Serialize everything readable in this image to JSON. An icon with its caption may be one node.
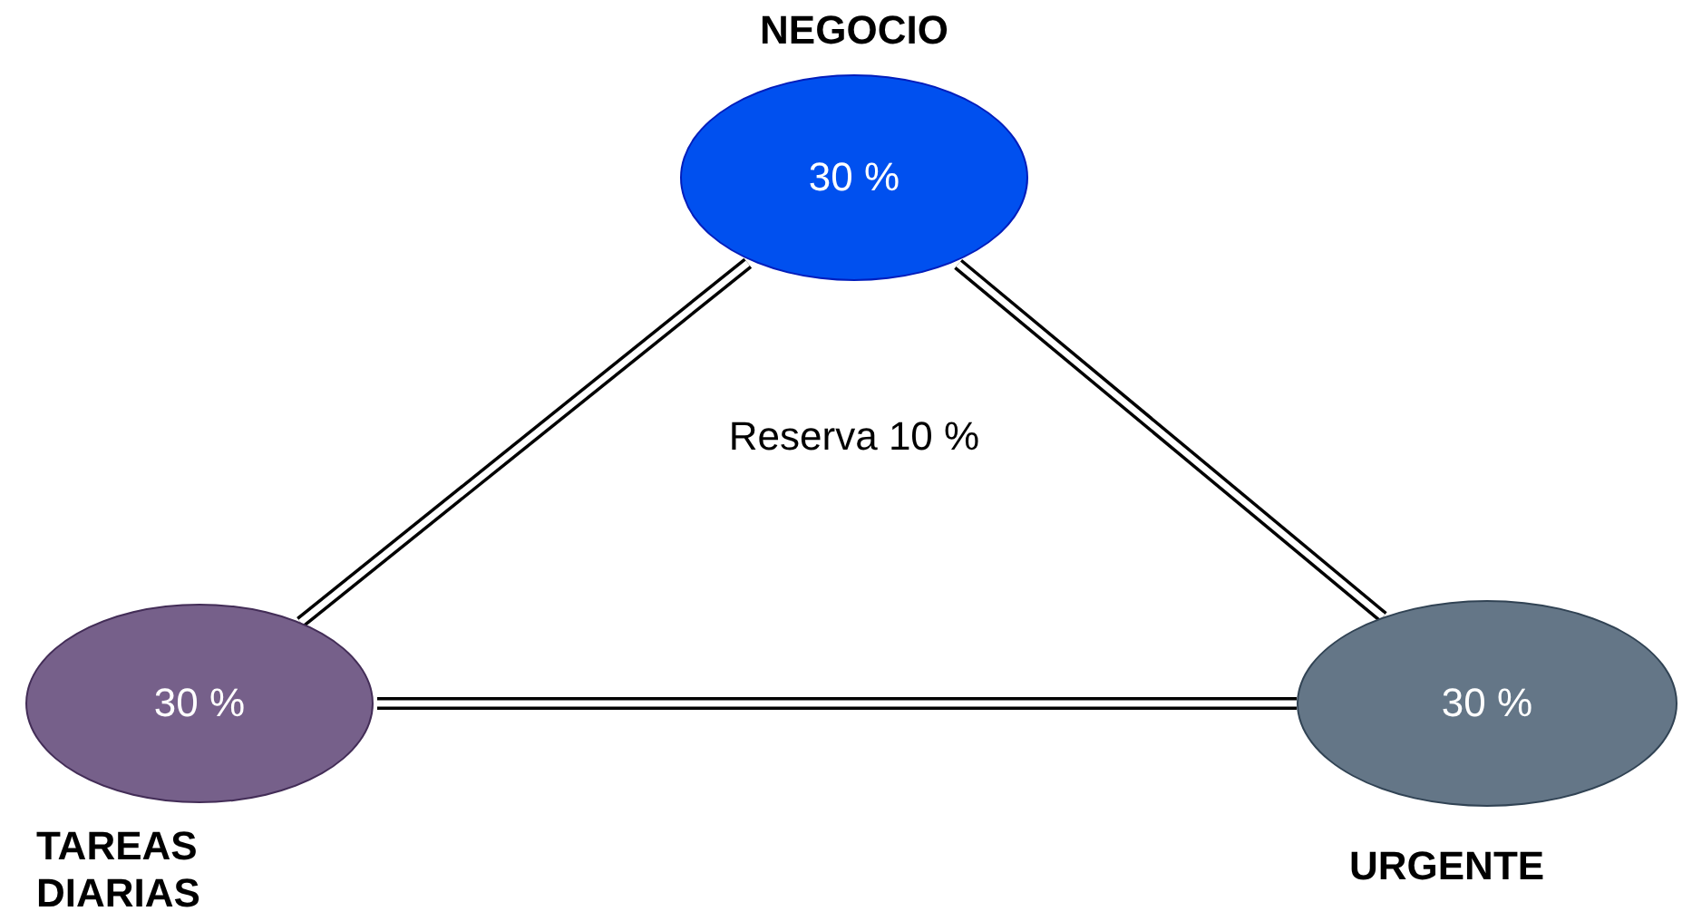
{
  "diagram": {
    "nodes": [
      {
        "text": [
          "NEGOCIO",
          "30 %"
        ]
      },
      {
        "text": [
          "30 %",
          "TAREAS DIARIAS"
        ]
      },
      {
        "text": [
          "30 %",
          "URGENTE"
        ]
      }
    ],
    "edges": [
      {
        "from": 0,
        "to": 1,
        "arrow": "none"
      },
      {
        "from": 0,
        "to": 2,
        "arrow": "none"
      },
      {
        "from": 1,
        "to": 2,
        "arrow": "none"
      }
    ],
    "labels": [
      "Reserva 10 %"
    ]
  }
}
